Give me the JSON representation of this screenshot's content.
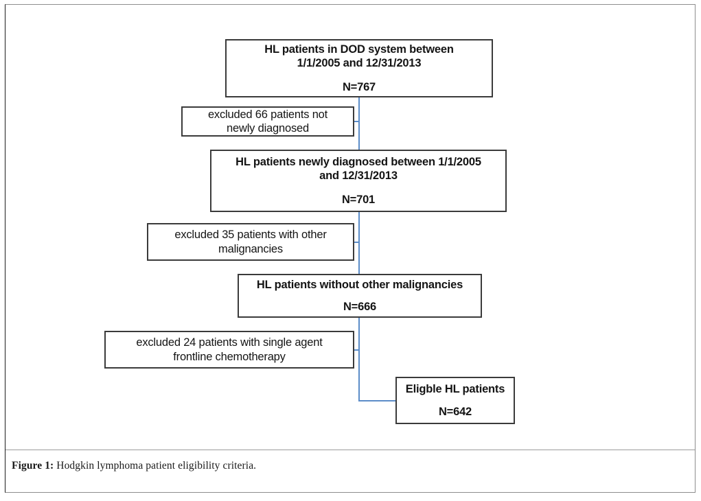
{
  "figure": {
    "caption_label": "Figure 1:",
    "caption_text": " Hodgkin lymphoma patient eligibility criteria.",
    "connector_color": "#5b8cc8",
    "box_border_color": "#3a3a3a"
  },
  "flow": {
    "nodes": [
      {
        "id": "cohort",
        "kind": "main",
        "title": "HL patients in DOD system between\n1/1/2005  and 12/31/2013",
        "count": "N=767"
      },
      {
        "id": "newly",
        "kind": "main",
        "title": "HL patients newly diagnosed between 1/1/2005\nand 12/31/2013",
        "count": "N=701"
      },
      {
        "id": "nomalig",
        "kind": "main",
        "title": "HL patients without other malignancies",
        "count": "N=666"
      },
      {
        "id": "eligible",
        "kind": "main",
        "title": "Eligble HL patients",
        "count": "N=642"
      }
    ],
    "exclusions": [
      {
        "id": "excl-1",
        "kind": "exclusion",
        "title": "excluded 66 patients not\nnewly diagnosed",
        "n_excluded": 66
      },
      {
        "id": "excl-2",
        "kind": "exclusion",
        "title": "excluded 35 patients with other\nmalignancies",
        "n_excluded": 35
      },
      {
        "id": "excl-3",
        "kind": "exclusion",
        "title": "excluded 24 patients with  single agent\nfrontline chemotherapy",
        "n_excluded": 24
      }
    ]
  }
}
